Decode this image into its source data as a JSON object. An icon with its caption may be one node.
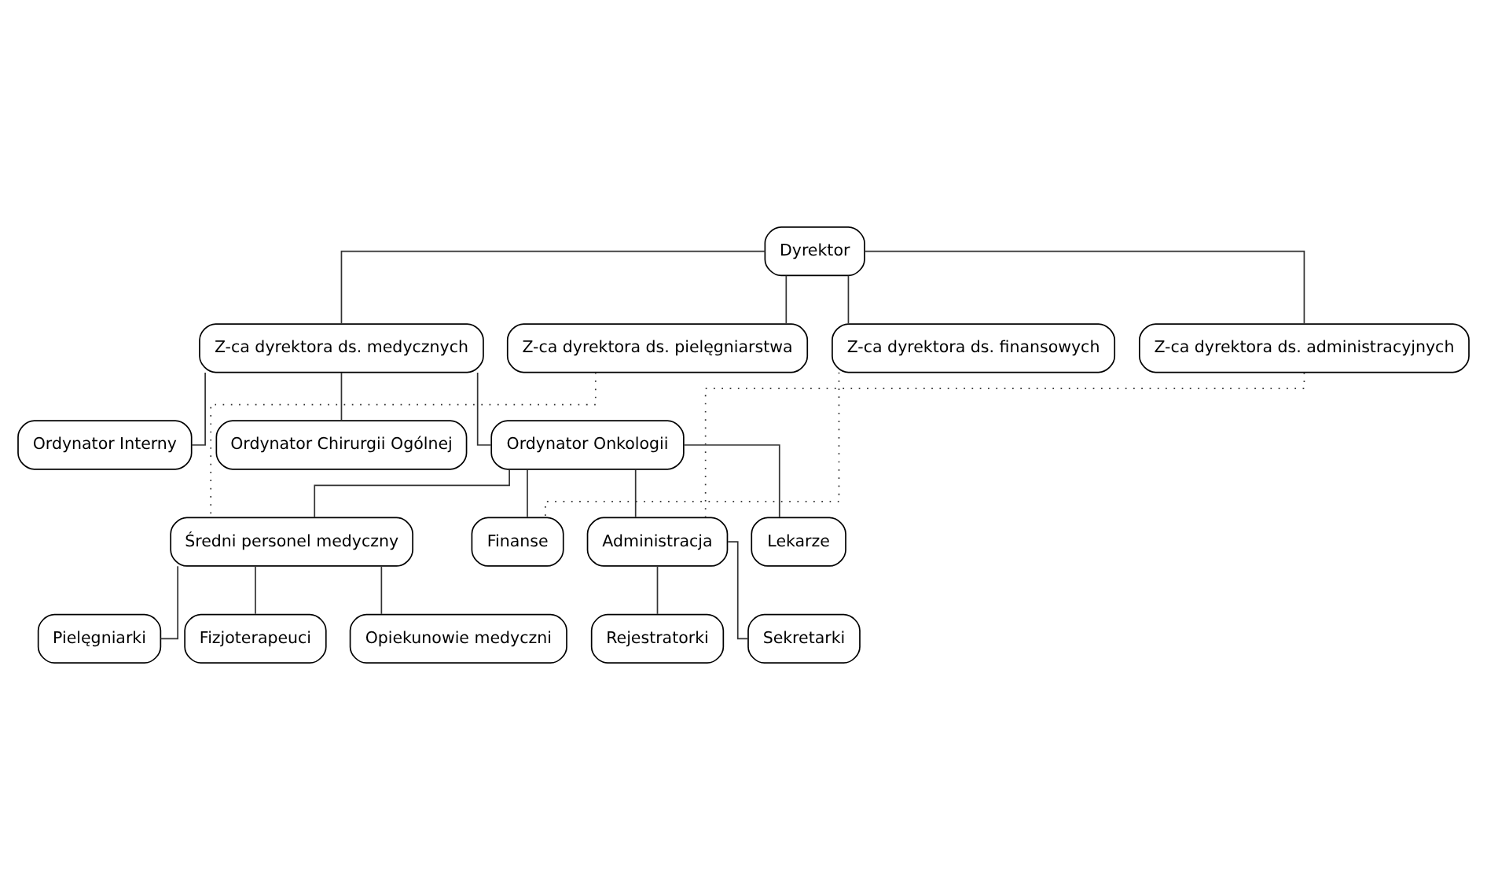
{
  "diagram": {
    "nodes": [
      {
        "text": [
          "Dyrektor"
        ]
      },
      {
        "text": [
          "Z-ca dyrektora ds. medycznych"
        ]
      },
      {
        "text": [
          "Z-ca dyrektora ds. pielęgniarstwa"
        ]
      },
      {
        "text": [
          "Z-ca dyrektora ds. finansowych"
        ]
      },
      {
        "text": [
          "Z-ca dyrektora ds. administracyjnych"
        ]
      },
      {
        "text": [
          "Ordynator Interny"
        ]
      },
      {
        "text": [
          "Ordynator Chirurgii Ogólnej"
        ]
      },
      {
        "text": [
          "Ordynator Onkologii"
        ]
      },
      {
        "text": [
          "Średni personel medyczny"
        ]
      },
      {
        "text": [
          "Finanse"
        ]
      },
      {
        "text": [
          "Administracja"
        ]
      },
      {
        "text": [
          "Lekarze"
        ]
      },
      {
        "text": [
          "Pielęgniarki"
        ]
      },
      {
        "text": [
          "Fizjoterapeuci"
        ]
      },
      {
        "text": [
          "Opiekunowie medyczni"
        ]
      },
      {
        "text": [
          "Rejestratorki"
        ]
      },
      {
        "text": [
          "Sekretarki"
        ]
      }
    ],
    "edges": [
      {
        "from": 0,
        "to": 1,
        "arrow": "none"
      },
      {
        "from": 0,
        "to": 2,
        "arrow": "none"
      },
      {
        "from": 0,
        "to": 3,
        "arrow": "none"
      },
      {
        "from": 0,
        "to": 4,
        "arrow": "none"
      },
      {
        "from": 1,
        "to": 5,
        "arrow": "none"
      },
      {
        "from": 1,
        "to": 6,
        "arrow": "none"
      },
      {
        "from": 1,
        "to": 7,
        "arrow": "none"
      },
      {
        "from": 7,
        "to": 11,
        "arrow": "none"
      },
      {
        "from": 7,
        "to": 8,
        "arrow": "none"
      },
      {
        "from": 7,
        "to": 9,
        "arrow": "none"
      },
      {
        "from": 7,
        "to": 10,
        "arrow": "none"
      },
      {
        "from": 2,
        "to": 8,
        "arrow": "none",
        "style": "dashed"
      },
      {
        "from": 3,
        "to": 9,
        "arrow": "none",
        "style": "dashed"
      },
      {
        "from": 4,
        "to": 10,
        "arrow": "none",
        "style": "dashed"
      },
      {
        "from": 8,
        "to": 12,
        "arrow": "none"
      },
      {
        "from": 8,
        "to": 13,
        "arrow": "none"
      },
      {
        "from": 8,
        "to": 14,
        "arrow": "none"
      },
      {
        "from": 10,
        "to": 15,
        "arrow": "none"
      },
      {
        "from": 10,
        "to": 16,
        "arrow": "none"
      }
    ]
  }
}
